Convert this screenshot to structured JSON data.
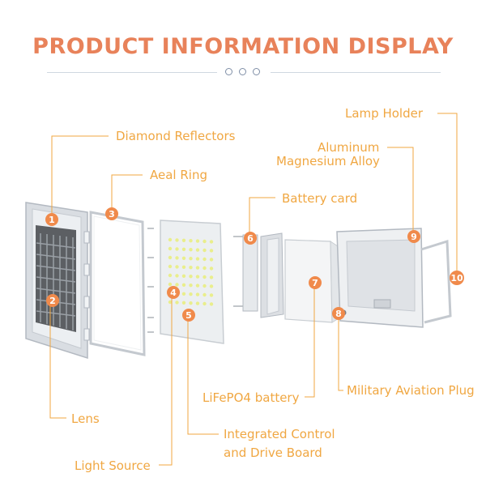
{
  "header": {
    "title": "PRODUCT INFORMATION DISPLAY"
  },
  "colors": {
    "accent": "#e8825a",
    "callout": "#f0a742",
    "badge": "#f08a4b"
  },
  "callouts": [
    {
      "number": "1",
      "label": "Diamond Reflectors"
    },
    {
      "number": "2",
      "label": "Lens"
    },
    {
      "number": "3",
      "label": "Aeal Ring"
    },
    {
      "number": "4",
      "label": "Light Source"
    },
    {
      "number": "5",
      "label": "Integrated Control and Drive Board"
    },
    {
      "number": "6",
      "label": "Battery card"
    },
    {
      "number": "7",
      "label": "LiFePO4 battery"
    },
    {
      "number": "8",
      "label": "Military Aviation Plug"
    },
    {
      "number": "9",
      "label": "Aluminum Magnesium Alloy"
    },
    {
      "number": "10",
      "label": "Lamp Holder"
    }
  ],
  "labels_multiline": {
    "aluminum_line1": "Aluminum",
    "aluminum_line2": "Magnesium Alloy",
    "board_line1": "Integrated Control",
    "board_line2": "and Drive Board"
  }
}
